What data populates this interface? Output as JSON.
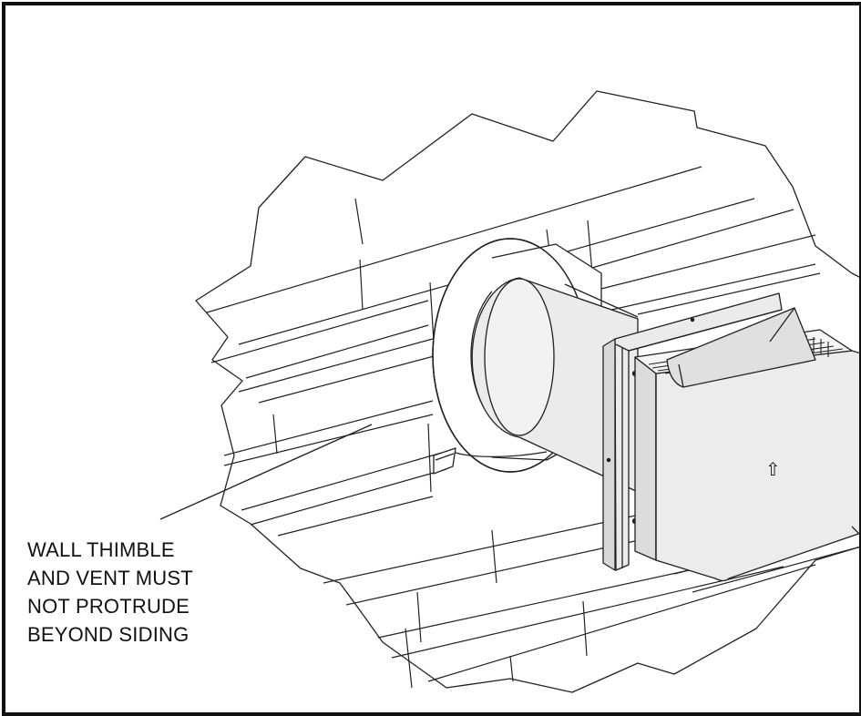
{
  "callout": {
    "lines": [
      "WALL THIMBLE",
      "AND VENT MUST",
      "NOT PROTRUDE",
      "BEYOND SIDING"
    ]
  },
  "symbols": {
    "flow_arrow": "⇧"
  },
  "colors": {
    "line": "#222222",
    "vent_fill": "#e4e4e4",
    "pipe_fill": "#ebebeb",
    "siding_fill": "#ffffff"
  }
}
